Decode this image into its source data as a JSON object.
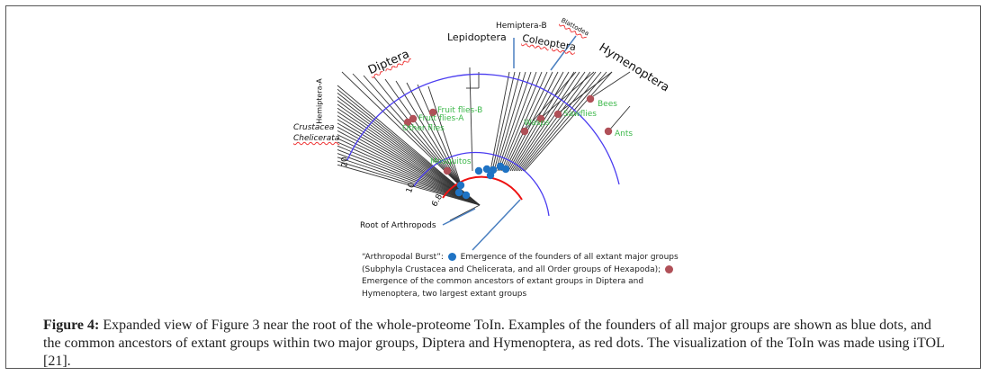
{
  "figure": {
    "clade_labels": {
      "diptera": "Diptera",
      "lepidoptera": "Lepidoptera",
      "hemiptera_b": "Hemiptera-B",
      "blattodea": "Blattodea",
      "coleoptera": "Coleoptera",
      "hymenoptera": "Hymenoptera",
      "hemiptera_a": "Hemiptera-A",
      "crustacea": "Crustacea",
      "chelicerata": "Chelicerata"
    },
    "node_labels": {
      "fruit_flies_b": "Fruit flies-B",
      "fruit_flies_a": "Fruit flies-A",
      "other_flies": "Other flies",
      "mosquitos": "Mosquitos",
      "wasps": "Wasps",
      "sawflies": "Sawflies",
      "bees": "Bees",
      "ants": "Ants"
    },
    "scale_ticks": [
      "20",
      "10",
      "6.8"
    ],
    "root_label": "Root of Arthropods",
    "legend": {
      "part1": "“Arthropodal Burst”:",
      "part2": "Emergence of the founders of all extant major groups (Subphyla Crustacea and Chelicerata, and all Order groups of Hexapoda);",
      "part3": "Emergence of the common ancestors of extant groups in Diptera and Hymenoptera, two largest extant groups"
    },
    "colors": {
      "founder_dot": "#1f73c4",
      "ancestor_dot": "#b05058",
      "burst_arc": "#ee1111",
      "scale_arc": "#4a3cf0",
      "label_green": "#3cb84a"
    }
  },
  "caption": {
    "label": "Figure 4:",
    "text": " Expanded view of Figure 3 near the root of the whole-proteome ToIn. Examples of the founders of all major groups are shown as blue dots, and the common ancestors of extant groups within two major groups, Diptera and Hymenoptera, as red dots.    The visualization of the ToIn was made using iTOL [21]."
  }
}
